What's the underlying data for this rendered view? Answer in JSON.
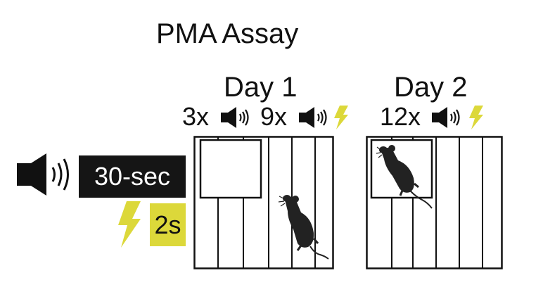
{
  "figure": {
    "title": "PMA Assay",
    "legend": {
      "tone_label": "30-sec",
      "shock_label": "2s",
      "speaker_icon": "speaker-icon",
      "shock_icon": "lightning-bolt-icon"
    },
    "day1": {
      "label": "Day 1",
      "trial_groups": [
        {
          "count_label": "3x",
          "icons": [
            "speaker-icon"
          ]
        },
        {
          "count_label": "9x",
          "icons": [
            "speaker-icon",
            "lightning-bolt-icon"
          ]
        }
      ]
    },
    "day2": {
      "label": "Day 2",
      "trial_groups": [
        {
          "count_label": "12x",
          "icons": [
            "speaker-icon",
            "lightning-bolt-icon"
          ]
        }
      ]
    },
    "colors": {
      "shock": "#dcd83a",
      "tone_box": "#151515",
      "ink": "#111111",
      "background": "#ffffff"
    }
  }
}
